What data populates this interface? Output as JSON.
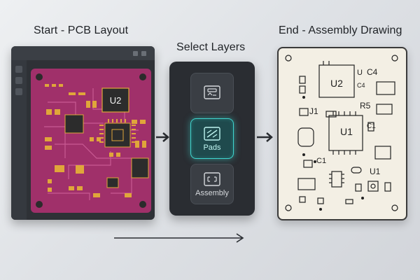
{
  "headings": {
    "start": "Start - PCB Layout",
    "middle": "Select Layers",
    "end": "End - Assembly Drawing"
  },
  "pcb": {
    "chip_label": "U2",
    "board_color": "#a0306a",
    "pad_color": "#e0a63a"
  },
  "layers": [
    {
      "label": "",
      "icon": "layer-top-icon",
      "active": false
    },
    {
      "label": "Pads",
      "icon": "pads-icon",
      "active": true
    },
    {
      "label": "Assembly",
      "icon": "assembly-icon",
      "active": false
    }
  ],
  "assembly": {
    "labels": {
      "u2": "U2",
      "u_small": "U",
      "c4_a": "C4",
      "c4_b": "C4",
      "j1": "J1",
      "r5": "R5",
      "u1_main": "U1",
      "c1_a": "C1",
      "c1_b": "C1",
      "u1_small": "U1"
    }
  },
  "colors": {
    "accent": "#3fd6cf",
    "panel": "#2a2d32"
  }
}
